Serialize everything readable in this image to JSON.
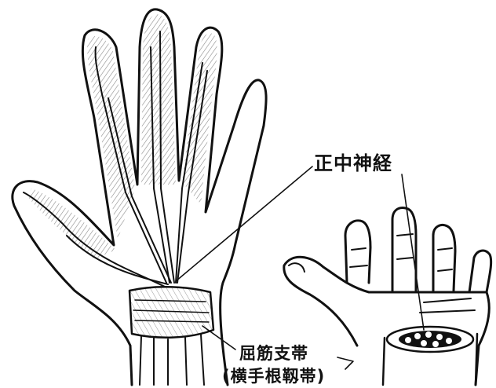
{
  "labels": {
    "median_nerve": "正中神経",
    "flexor_retinaculum": "屈筋支帯",
    "transverse_carpal_ligament": "(横手根靱帯)"
  },
  "colors": {
    "ink": "#111111",
    "hatch": "#8a8a8a",
    "paper": "#ffffff"
  }
}
